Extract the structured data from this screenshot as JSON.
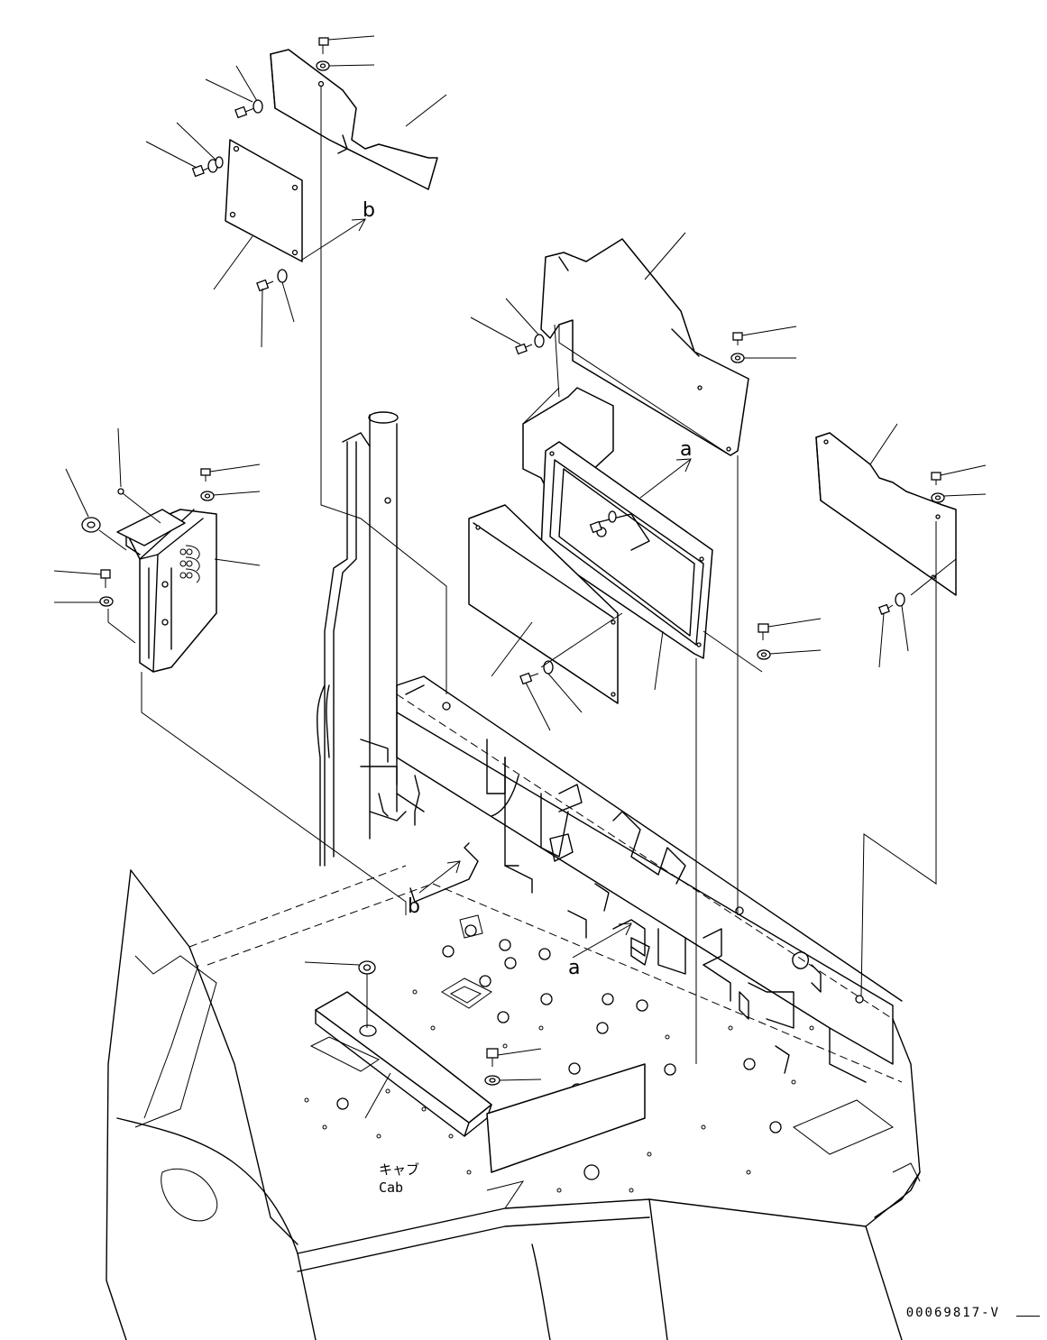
{
  "drawing": {
    "id": "00069817-V",
    "cab_label_jp": "キャブ",
    "cab_label_en": "Cab",
    "reference_a": "a",
    "reference_b": "b"
  }
}
